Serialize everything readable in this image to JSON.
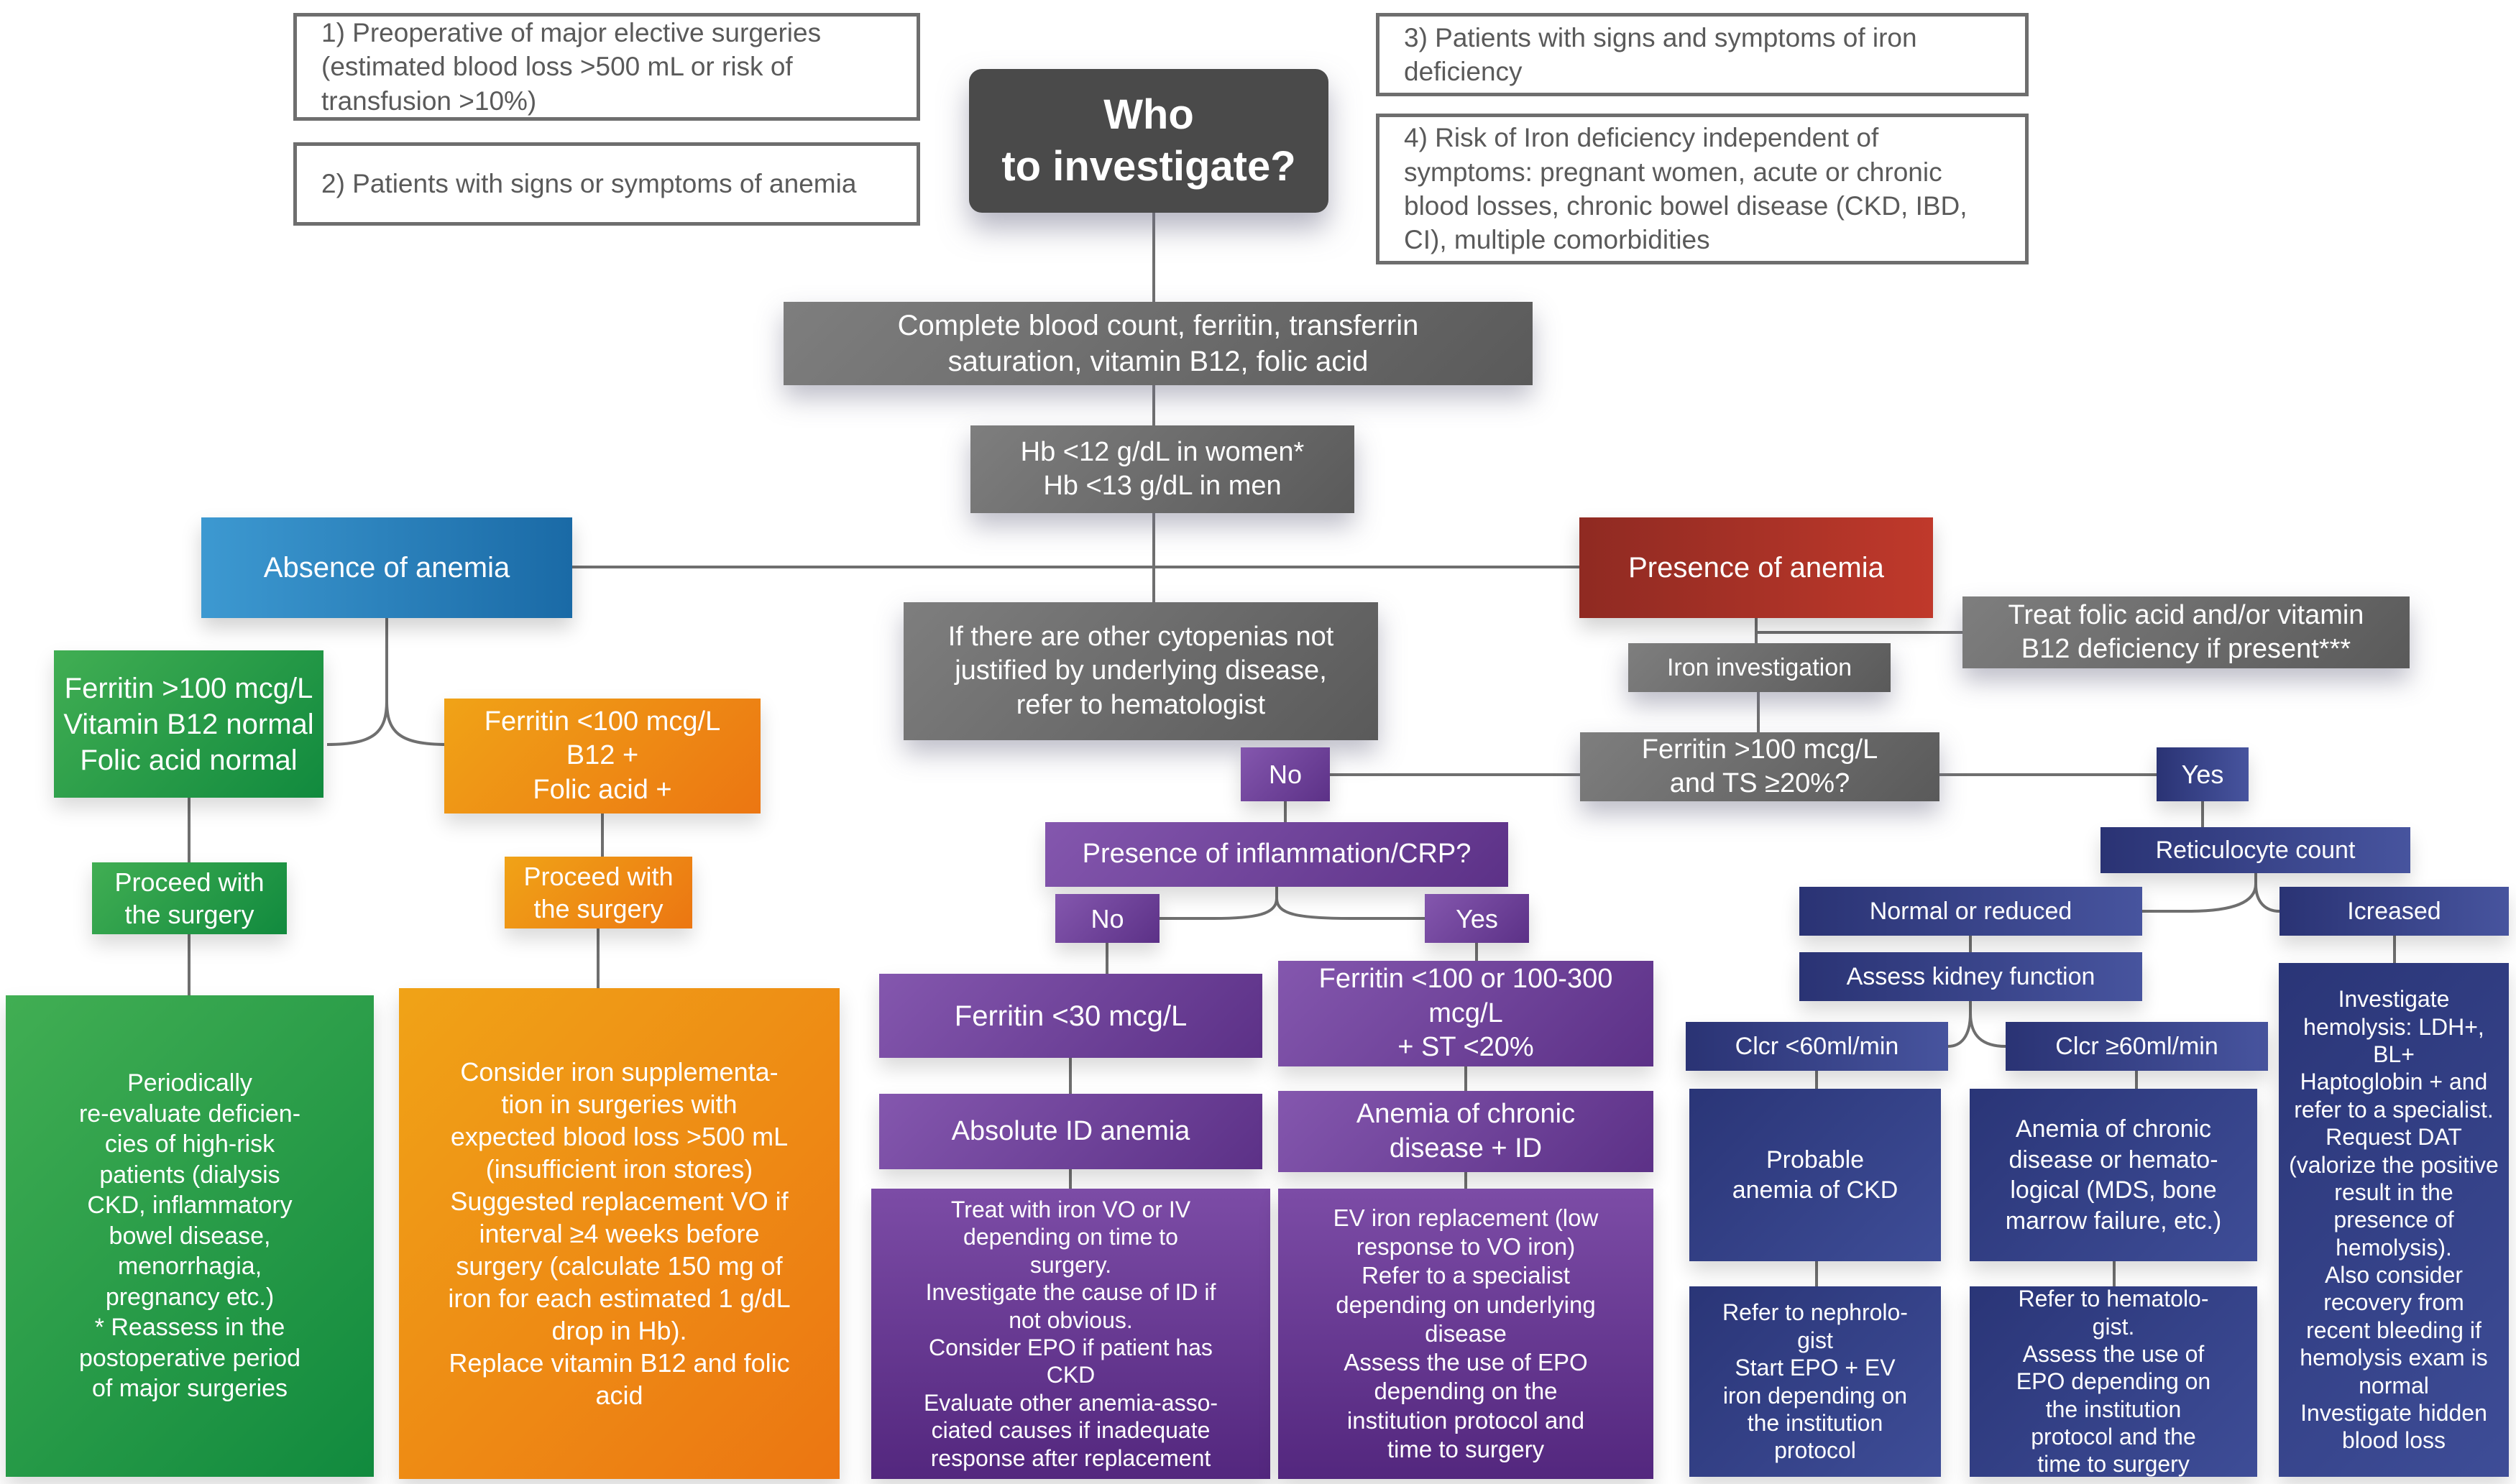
{
  "title": "Who to investigate?",
  "colors": {
    "gray_box": "#6e6e6e",
    "dark_title_box": "#4a4a4a",
    "blue_accent": "#2e7fb5",
    "red_accent": "#b03427",
    "green_accent": "#2f9e48",
    "orange_accent": "#ee8c13",
    "purple_accent": "#7448a0",
    "navy_accent": "#2e3a7d",
    "line_color": "#6f6f6f"
  },
  "nodes": {
    "box1": "1) Preoperative of major elective surgeries (estimated blood loss >500 mL or risk of transfusion >10%)",
    "box2": "2) Patients with signs or symptoms of anemia",
    "box3": "3) Patients with signs and symptoms of iron deficiency",
    "box4": "4) Risk of Iron deficiency independent of symptoms: pregnant women, acute or chronic blood losses, chronic bowel disease (CKD, IBD, CI), multiple comorbidities",
    "who": "Who\nto investigate?",
    "cbc": "Complete blood count, ferritin, transferrin\nsaturation, vitamin B12, folic acid",
    "hb": "Hb <12 g/dL in women*\nHb <13 g/dL in men",
    "absence": "Absence of anemia",
    "presence": "Presence of anemia",
    "green_criteria": "Ferritin >100 mcg/L\nVitamin B12 normal\nFolic acid normal",
    "orange_criteria": "Ferritin <100 mcg/L\nB12 +\nFolic acid +",
    "proceed_green": "Proceed with\nthe surgery",
    "proceed_orange": "Proceed with\nthe surgery",
    "big_green": "Periodically\nre-evaluate deficien-\ncies of high-risk\npatients (dialysis\nCKD, inflammatory\nbowel disease,\nmenorrhagia,\npregnancy etc.)\n* Reassess in the\npostoperative period\nof major surgeries",
    "big_orange": "Consider iron supplementa-\ntion in surgeries with\nexpected blood loss >500 mL\n(insufficient iron stores)\nSuggested replacement VO if\ninterval ≥4 weeks before\nsurgery (calculate 150 mg of\niron for each estimated 1 g/dL\ndrop in Hb).\nReplace vitamin B12 and folic\nacid",
    "cytopenias": "If there are other cytopenias not\njustified by underlying disease,\nrefer to hematologist",
    "treat_folic": "Treat folic acid and/or vitamin\nB12 deficiency if present***",
    "iron_investigation": "Iron investigation",
    "ferritin_ts": "Ferritin >100 mcg/L\nand TS ≥20%?",
    "no1": "No",
    "yes1": "Yes",
    "crp": "Presence of inflammation/CRP?",
    "no2": "No",
    "yes2": "Yes",
    "ferritin30": "Ferritin <30 mcg/L",
    "ferritin100_300": "Ferritin <100 or 100-300\nmcg/L\n+ ST <20%",
    "absolute_id": "Absolute ID anemia",
    "anemia_chronic_id": "Anemia of chronic\ndisease + ID",
    "treat_iron": "Treat with iron VO or IV\ndepending on time to\nsurgery.\nInvestigate the cause of ID if\nnot obvious.\nConsider EPO if patient has\nCKD\nEvaluate other anemia-asso-\nciated causes if inadequate\nresponse after replacement",
    "ev_iron": "EV iron replacement (low\nresponse to VO iron)\nRefer to a specialist\ndepending on underlying\ndisease\nAssess the use of EPO\ndepending on the\ninstitution protocol and\ntime to surgery",
    "reticulocyte": "Reticulocyte count",
    "normal_reduced": "Normal or reduced",
    "icreased": "Icreased",
    "assess_kidney": "Assess kidney function",
    "clcr_low": "Clcr <60ml/min",
    "clcr_high": "Clcr ≥60ml/min",
    "probable_ckd": "Probable\nanemia of CKD",
    "anemia_hema": "Anemia of chronic\ndisease or hemato-\nlogical (MDS, bone\nmarrow failure, etc.)",
    "refer_nephro": "Refer to nephrolo-\ngist\nStart EPO + EV\niron depending on\nthe institution\nprotocol",
    "refer_hemato": "Refer to hematolo-\ngist.\nAssess the use of\nEPO depending on\nthe institution\nprotocol and the\ntime to surgery",
    "hemolysis": "Investigate\nhemolysis: LDH+,\nBL+\nHaptoglobin + and\nrefer to a specialist.\nRequest DAT\n(valorize the positive\nresult in the\npresence of\nhemolysis).\nAlso consider\nrecovery from\nrecent bleeding if\nhemolysis exam is\nnormal\nInvestigate hidden\nblood loss"
  }
}
